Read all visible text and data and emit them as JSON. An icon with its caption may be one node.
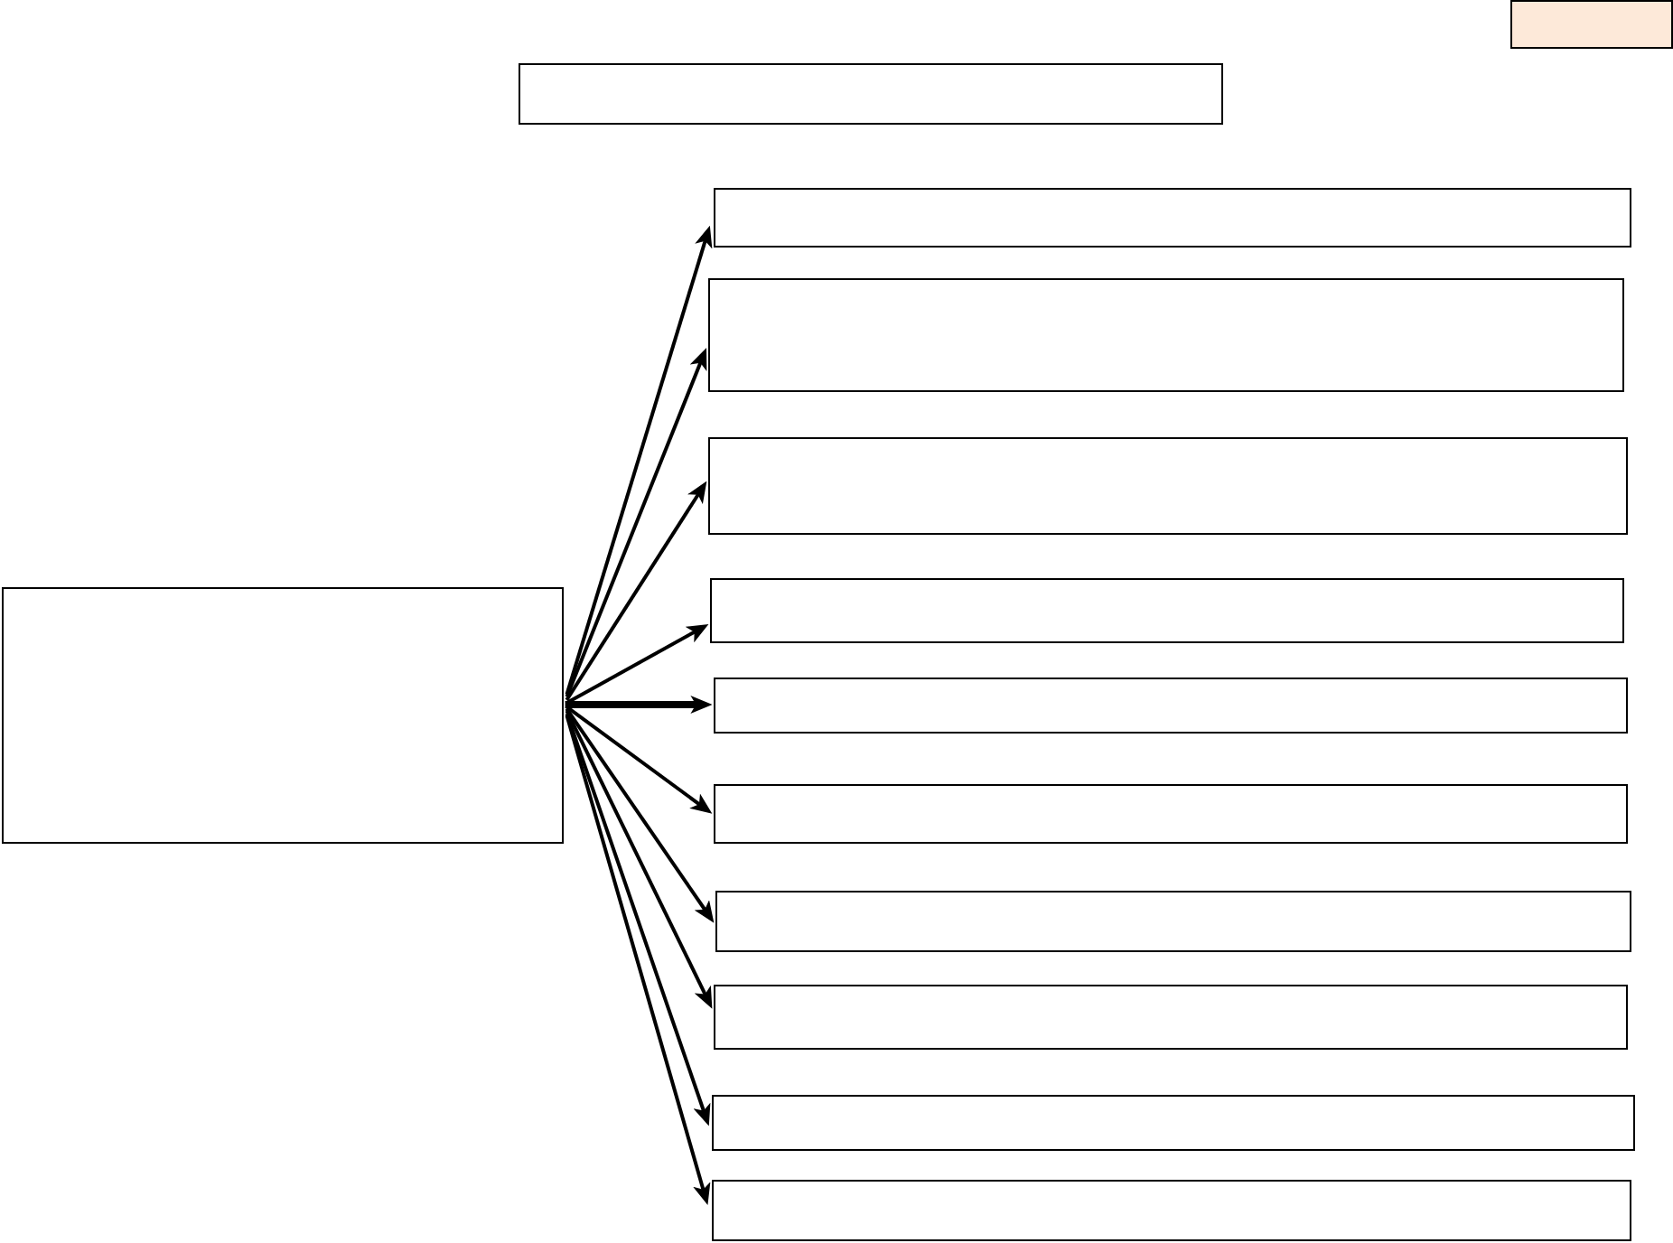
{
  "diagram": {
    "nodes": [
      {
        "text": [],
        "shape": "box"
      },
      {
        "text": [],
        "shape": "box"
      },
      {
        "text": [],
        "shape": "box"
      },
      {
        "text": [],
        "shape": "box"
      },
      {
        "text": [],
        "shape": "box"
      },
      {
        "text": [],
        "shape": "box"
      },
      {
        "text": [],
        "shape": "box"
      },
      {
        "text": [],
        "shape": "box"
      },
      {
        "text": [],
        "shape": "box"
      },
      {
        "text": [],
        "shape": "box"
      },
      {
        "text": [],
        "shape": "box"
      },
      {
        "text": [],
        "shape": "box"
      },
      {
        "text": [],
        "shape": "box"
      }
    ],
    "edges": [
      {
        "from": 2,
        "to": 3,
        "arrow": "to"
      },
      {
        "from": 2,
        "to": 4,
        "arrow": "to"
      },
      {
        "from": 2,
        "to": 5,
        "arrow": "to"
      },
      {
        "from": 2,
        "to": 6,
        "arrow": "to"
      },
      {
        "from": 2,
        "to": 7,
        "arrow": "to",
        "style": "thick"
      },
      {
        "from": 2,
        "to": 8,
        "arrow": "to"
      },
      {
        "from": 2,
        "to": 9,
        "arrow": "to"
      },
      {
        "from": 2,
        "to": 10,
        "arrow": "to"
      },
      {
        "from": 2,
        "to": 11,
        "arrow": "to"
      },
      {
        "from": 2,
        "to": 12,
        "arrow": "to"
      }
    ]
  }
}
